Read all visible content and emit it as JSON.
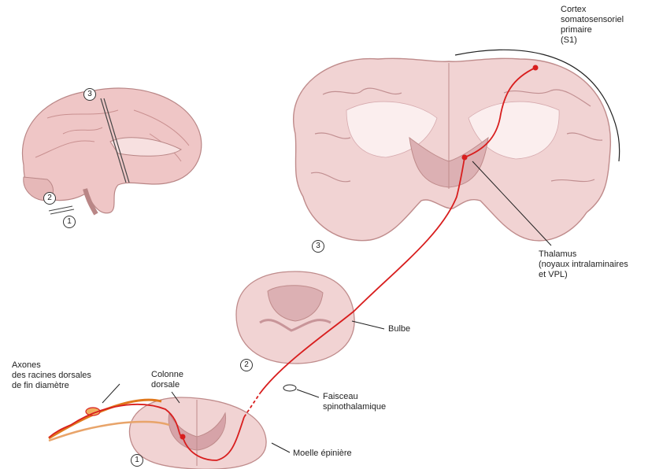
{
  "labels": {
    "cortex": "Cortex\nsomatosensoriel\nprimaire\n(S1)",
    "thalamus": "Thalamus\n(noyaux intralaminaires\net VPL)",
    "bulbe": "Bulbe",
    "axones": "Axones\ndes racines dorsales\nde fin diamètre",
    "colonne": "Colonne\ndorsale",
    "faisceau": "Faisceau\nspinothalamique",
    "moelle": "Moelle épinière"
  },
  "markers": {
    "m1_section": "1",
    "m2_section": "2",
    "m3_section": "3",
    "m1_brain": "1",
    "m2_brain": "2",
    "m3_brain": "3"
  },
  "colors": {
    "tissue": "#f1d3d3",
    "tissue_dark": "#d9a9ad",
    "white_matter": "#fbeeee",
    "pathway": "#d81e1e",
    "axon_orange": "#e0781c"
  }
}
